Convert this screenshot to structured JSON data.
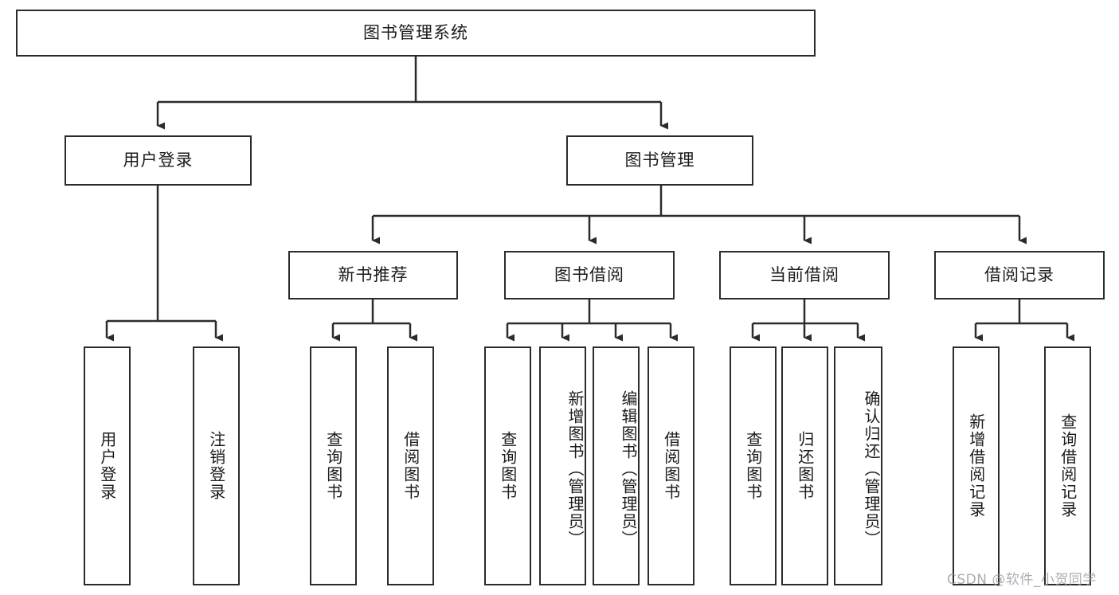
{
  "diagram": {
    "type": "tree",
    "title": "图书管理系统",
    "root": {
      "label": "图书管理系统"
    },
    "level2": [
      {
        "label": "用户登录"
      },
      {
        "label": "图书管理"
      }
    ],
    "level3": [
      {
        "label": "新书推荐"
      },
      {
        "label": "图书借阅"
      },
      {
        "label": "当前借阅"
      },
      {
        "label": "借阅记录"
      }
    ],
    "leaves": {
      "user_login": [
        {
          "label": "用户登录"
        },
        {
          "label": "注销登录"
        }
      ],
      "new_book_recommend": [
        {
          "label": "查询图书"
        },
        {
          "label": "借阅图书"
        }
      ],
      "book_borrow": [
        {
          "label": "查询图书"
        },
        {
          "label": "新增图书（管理员）"
        },
        {
          "label": "编辑图书（管理员）"
        },
        {
          "label": "借阅图书"
        }
      ],
      "current_borrow": [
        {
          "label": "查询图书"
        },
        {
          "label": "归还图书"
        },
        {
          "label": "确认归还（管理员）"
        }
      ],
      "borrow_record": [
        {
          "label": "新增借阅记录"
        },
        {
          "label": "查询借阅记录"
        }
      ]
    }
  },
  "watermark": {
    "text": "CSDN @软件_小贺同学"
  },
  "colors": {
    "stroke": "#2b2b2b",
    "fill": "#ffffff",
    "text": "#1b1b1b",
    "watermark": "#9aa0a6"
  }
}
